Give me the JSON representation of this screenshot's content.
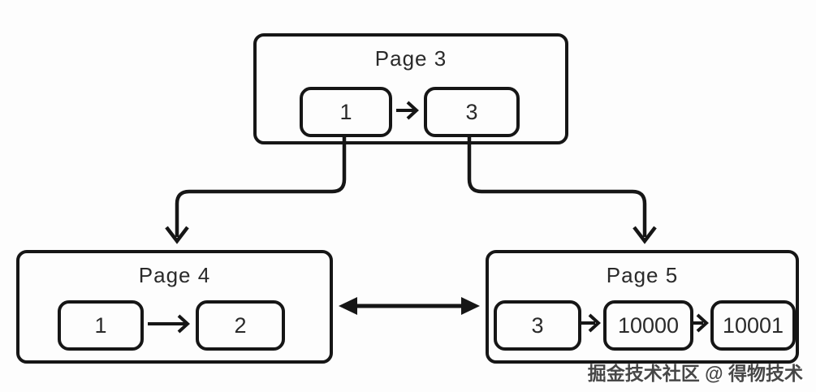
{
  "diagram": {
    "type": "b-tree-page-linkage",
    "pages": [
      {
        "id": "page-3",
        "title": "Page 3",
        "nodes": [
          "1",
          "3"
        ]
      },
      {
        "id": "page-4",
        "title": "Page 4",
        "nodes": [
          "1",
          "2"
        ]
      },
      {
        "id": "page-5",
        "title": "Page 5",
        "nodes": [
          "3",
          "10000",
          "10001"
        ]
      }
    ],
    "edges": [
      {
        "from": "page-3.node.1",
        "to": "page-4",
        "style": "elbow-down-arrow"
      },
      {
        "from": "page-3.node.3",
        "to": "page-5",
        "style": "elbow-down-arrow"
      },
      {
        "from": "page-4",
        "to": "page-5",
        "style": "double-headed-horizontal"
      }
    ],
    "watermark": "掘金技术社区 @ 得物技术",
    "colors": {
      "line": "#161616",
      "text": "#2a2a2a",
      "background": "#fdfdfd",
      "watermark_text": "#474747",
      "watermark_shadow": "#ffffff"
    }
  }
}
